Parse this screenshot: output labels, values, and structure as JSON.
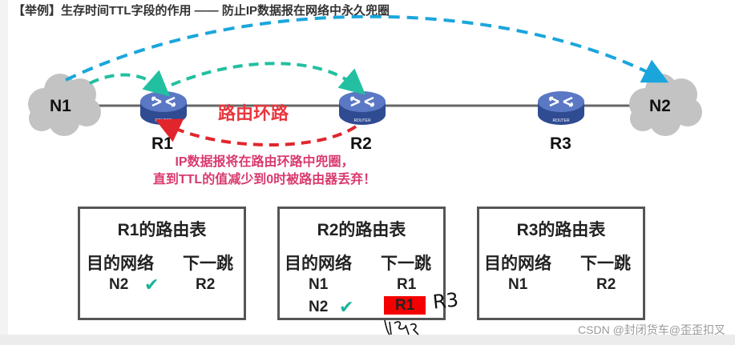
{
  "title": "【举例】生存时间TTL字段的作用 —— 防止IP数据报在网络中永久兜圈",
  "nodes": {
    "n1": "N1",
    "n2": "N2",
    "r1": "R1",
    "r2": "R2",
    "r3": "R3",
    "router_badge": "ROUTER"
  },
  "loop_label": "路由环路",
  "note": {
    "line1": "IP数据报将在路由环路中兜圈，",
    "line2": "直到TTL的值减少到0时被路由器丢弃！"
  },
  "tables": [
    {
      "title": "R1的路由表",
      "headers": [
        "目的网络",
        "下一跳"
      ],
      "rows": [
        {
          "dest": "N2",
          "check": "✔",
          "next": "R2"
        }
      ]
    },
    {
      "title": "R2的路由表",
      "headers": [
        "目的网络",
        "下一跳"
      ],
      "rows": [
        {
          "dest": "N1",
          "next": "R1"
        },
        {
          "dest": "N2",
          "check": "✔",
          "next": "R1"
        }
      ],
      "handwritten_correction": "R3"
    },
    {
      "title": "R3的路由表",
      "headers": [
        "目的网络",
        "下一跳"
      ],
      "rows": [
        {
          "dest": "N1",
          "next": "R2"
        }
      ]
    }
  ],
  "colors": {
    "cyan_arrow": "#1aa6dc",
    "teal_arrow": "#22c0a0",
    "red_arrow": "#e0262c",
    "router": "#4b67b3",
    "cloud": "#c3c3c3",
    "highlight": "#f40000"
  },
  "watermark": "CSDN @封闭货车@歪歪扣叉"
}
